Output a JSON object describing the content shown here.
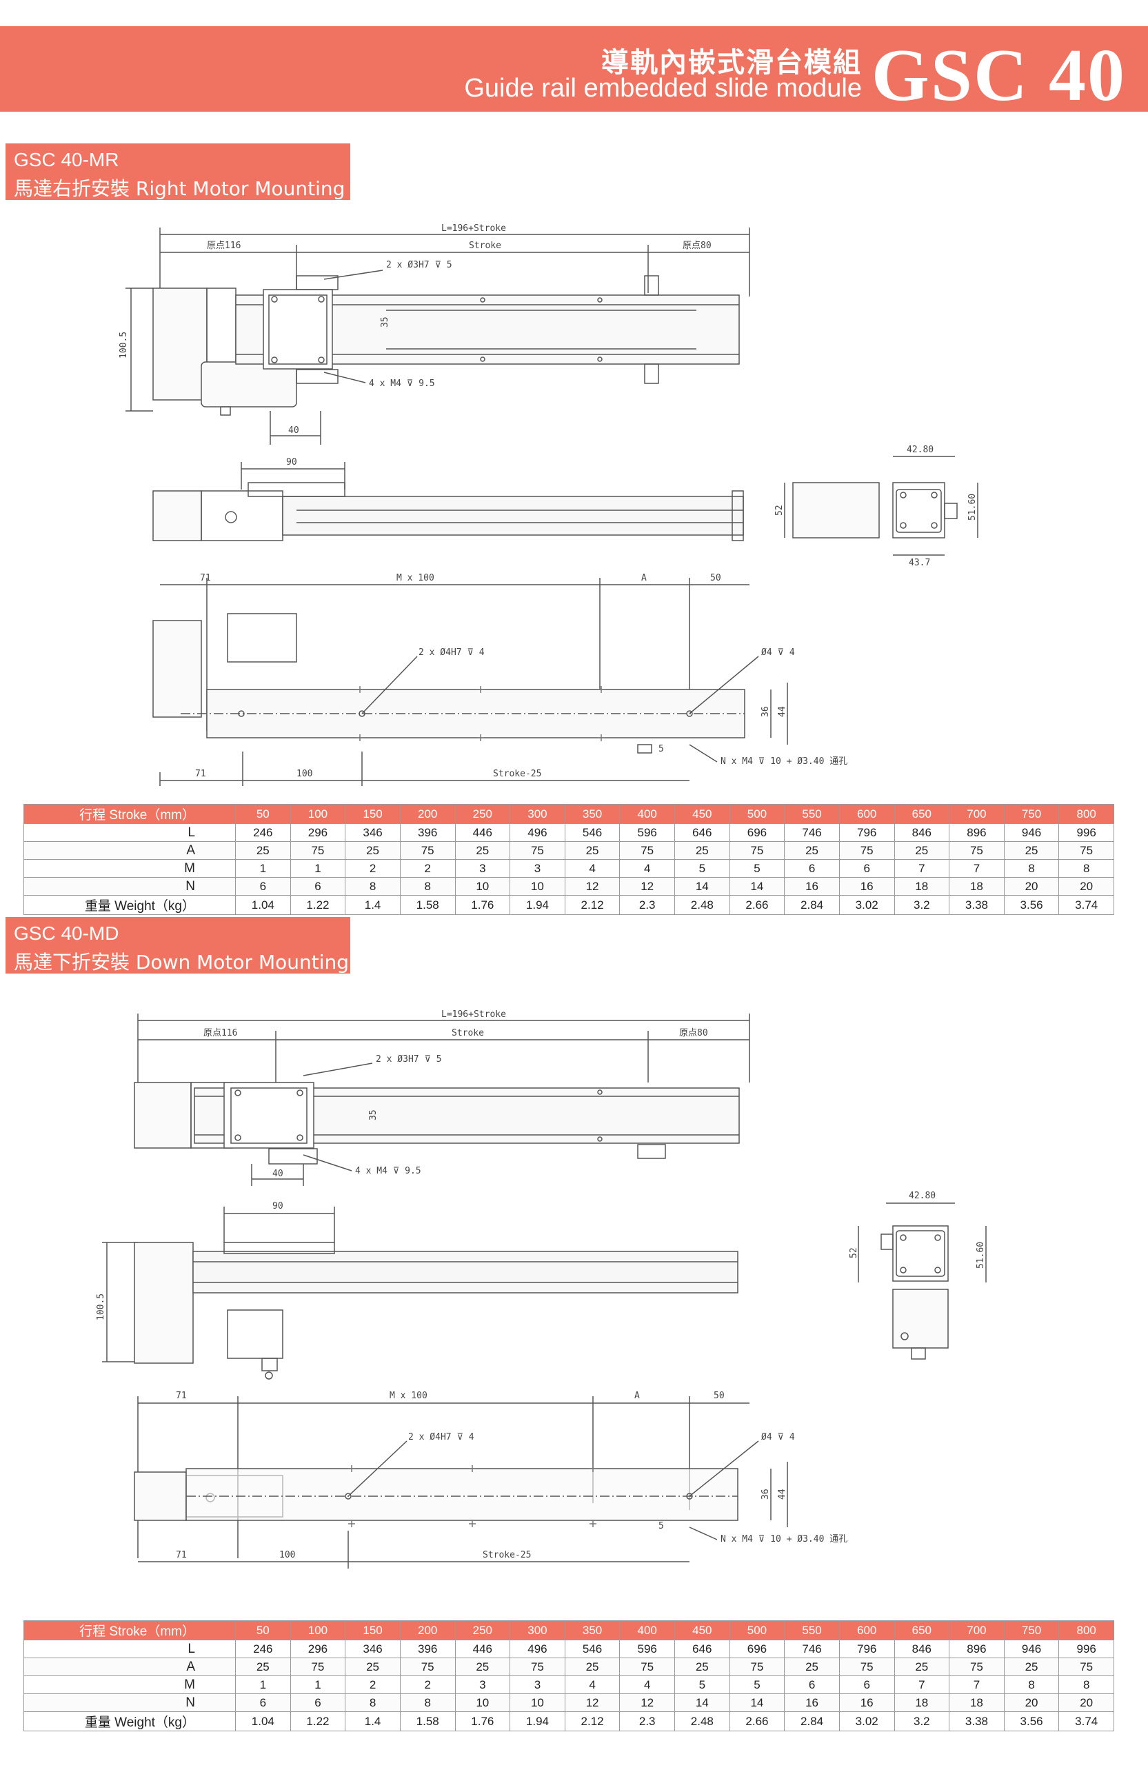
{
  "banner": {
    "title_zh": "導軌內嵌式滑台模組",
    "title_en": "Guide rail embedded slide module",
    "model": "GSC 40"
  },
  "sections": [
    {
      "code": "GSC 40-MR",
      "subtitle": "馬達右折安裝 Right Motor Mounting",
      "top_view": {
        "overall": "L=196+Stroke",
        "origin_left": "原点116",
        "stroke": "Stroke",
        "origin_right": "原点80",
        "pin_holes": "2 x Ø3H7 ⊽ 5",
        "tapped_holes": "4 x M4 ⊽ 9.5",
        "width": "35",
        "height": "100.5",
        "motor_offset": "40"
      },
      "side_view": {
        "carriage": "90"
      },
      "end_view": {
        "width_top": "42.80",
        "width_bottom": "43.7",
        "height_left": "52",
        "height_right": "51.60"
      },
      "bottom_view": {
        "left_offset": "71",
        "pitch": "M x 100",
        "a_dim": "A",
        "right_offset": "50",
        "dowel": "2 x Ø4H7 ⊽ 4",
        "hole": "Ø4 ⊽ 4",
        "mount_holes": "N x M4 ⊽ 10 + Ø3.40 通孔",
        "left_bottom": "71",
        "pitch_bottom": "100",
        "stroke_minus": "Stroke-25",
        "edge": "5",
        "height_inner": "36",
        "height_outer": "44"
      }
    },
    {
      "code": "GSC 40-MD",
      "subtitle": "馬達下折安裝 Down Motor Mounting",
      "top_view": {
        "overall": "L=196+Stroke",
        "origin_left": "原点116",
        "stroke": "Stroke",
        "origin_right": "原点80",
        "pin_holes": "2 x Ø3H7 ⊽ 5",
        "tapped_holes": "4 x M4 ⊽ 9.5",
        "width": "35",
        "motor_offset": "40"
      },
      "side_view": {
        "carriage": "90",
        "height": "100.5"
      },
      "end_view": {
        "width_top": "42.80",
        "height_left": "52",
        "height_right": "51.60"
      },
      "bottom_view": {
        "left_offset": "71",
        "pitch": "M x 100",
        "a_dim": "A",
        "right_offset": "50",
        "dowel": "2 x Ø4H7 ⊽ 4",
        "hole": "Ø4 ⊽ 4",
        "mount_holes": "N x M4 ⊽ 10 + Ø3.40 通孔",
        "left_bottom": "71",
        "pitch_bottom": "100",
        "stroke_minus": "Stroke-25",
        "edge": "5",
        "height_inner": "36",
        "height_outer": "44"
      }
    }
  ],
  "spec_table": {
    "header": "行程 Stroke（mm）",
    "strokes": [
      "50",
      "100",
      "150",
      "200",
      "250",
      "300",
      "350",
      "400",
      "450",
      "500",
      "550",
      "600",
      "650",
      "700",
      "750",
      "800"
    ],
    "rows": [
      {
        "label": "L",
        "values": [
          "246",
          "296",
          "346",
          "396",
          "446",
          "496",
          "546",
          "596",
          "646",
          "696",
          "746",
          "796",
          "846",
          "896",
          "946",
          "996"
        ]
      },
      {
        "label": "A",
        "values": [
          "25",
          "75",
          "25",
          "75",
          "25",
          "75",
          "25",
          "75",
          "25",
          "75",
          "25",
          "75",
          "25",
          "75",
          "25",
          "75"
        ]
      },
      {
        "label": "M",
        "values": [
          "1",
          "1",
          "2",
          "2",
          "3",
          "3",
          "4",
          "4",
          "5",
          "5",
          "6",
          "6",
          "7",
          "7",
          "8",
          "8"
        ]
      },
      {
        "label": "N",
        "values": [
          "6",
          "6",
          "8",
          "8",
          "10",
          "10",
          "12",
          "12",
          "14",
          "14",
          "16",
          "16",
          "18",
          "18",
          "20",
          "20"
        ]
      },
      {
        "label": "重量 Weight（kg）",
        "values": [
          "1.04",
          "1.22",
          "1.4",
          "1.58",
          "1.76",
          "1.94",
          "2.12",
          "2.3",
          "2.48",
          "2.66",
          "2.84",
          "3.02",
          "3.2",
          "3.38",
          "3.56",
          "3.74"
        ]
      }
    ]
  },
  "colors": {
    "accent": "#f07361",
    "line": "#555555",
    "table_border": "#9a9a9a"
  }
}
